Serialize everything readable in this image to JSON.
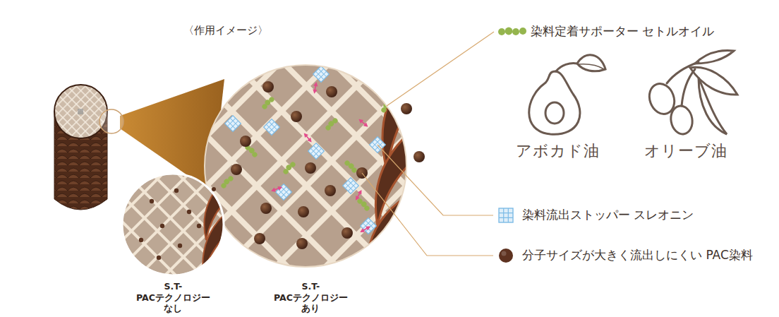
{
  "diagram": {
    "title": "〈作用イメージ〉",
    "labels": [
      "アボカド油",
      "オリーブ油",
      "S.T-PACテクノロジー なし",
      "S.T-PACテクノロジー あり"
    ],
    "legend": [
      {
        "text": "染料定着サポーター セトルオイル",
        "color": "#95b54e"
      },
      {
        "text": "染料流出ストッパー スレオニン",
        "color": "#7dbbe6"
      },
      {
        "text": "分子サイズが大きく流出しにくい PAC染料",
        "color": "#5e3220"
      }
    ]
  }
}
